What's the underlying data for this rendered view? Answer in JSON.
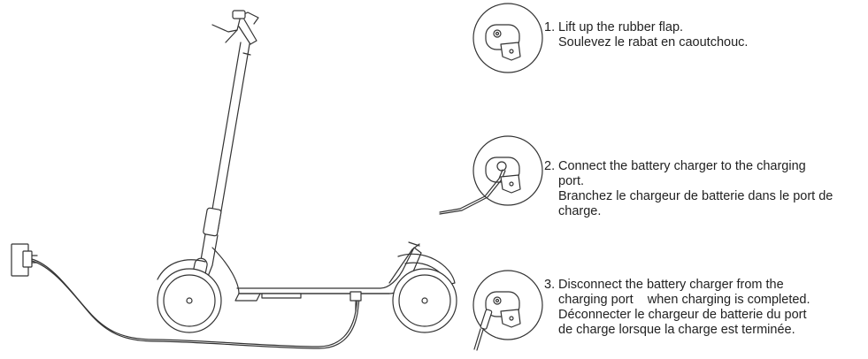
{
  "steps": [
    {
      "num": "1.",
      "en": "Lift up the rubber flap.",
      "fr": "Soulevez le rabat en caoutchouc."
    },
    {
      "num": "2.",
      "en_line1": "Connect the battery charger to the charging",
      "en_line2": "port.",
      "fr_line1": "Branchez le chargeur de batterie dans le port de",
      "fr_line2": "charge."
    },
    {
      "num": "3.",
      "en_line1": "Disconnect the battery charger from the",
      "en_line2": "charging port    when charging is completed.",
      "fr_line1": "Déconnecter le chargeur de batterie du port",
      "fr_line2": "de charge lorsque la charge est terminée."
    }
  ],
  "icons": [
    "scooter-illustration",
    "wall-outlet-icon",
    "charging-port-closeup-icon"
  ]
}
